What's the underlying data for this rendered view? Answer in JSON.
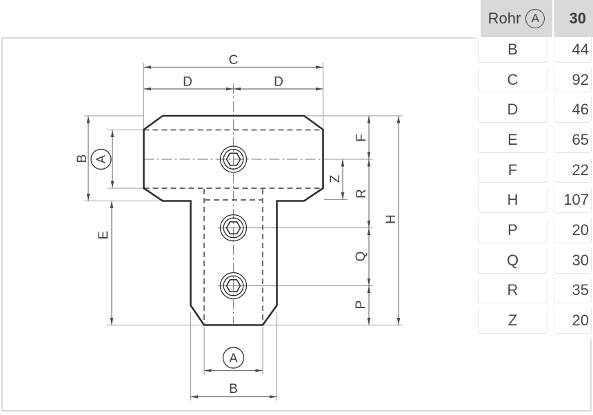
{
  "spec_table": {
    "header": {
      "label": "Rohr",
      "symbol": "A",
      "value": "30"
    },
    "rows": [
      {
        "label": "B",
        "value": "44"
      },
      {
        "label": "C",
        "value": "92"
      },
      {
        "label": "D",
        "value": "46"
      },
      {
        "label": "E",
        "value": "65"
      },
      {
        "label": "F",
        "value": "22"
      },
      {
        "label": "H",
        "value": "107"
      },
      {
        "label": "P",
        "value": "20"
      },
      {
        "label": "Q",
        "value": "30"
      },
      {
        "label": "R",
        "value": "35"
      },
      {
        "label": "Z",
        "value": "20"
      }
    ]
  },
  "drawing": {
    "labels": {
      "c": "C",
      "d_left": "D",
      "d_right": "D",
      "b_side": "B",
      "a_side": "A",
      "e": "E",
      "f": "F",
      "z": "Z",
      "r": "R",
      "q": "Q",
      "p": "P",
      "h": "H",
      "a_bottom": "A",
      "b_bottom": "B"
    },
    "colors": {
      "outline": "#2f2f2f",
      "hidden_line": "#383838",
      "dimension_line": "#757575",
      "extension_line": "#9a9a9a",
      "centerline": "#8f8f8f",
      "arrow": "#4a4a4a",
      "label_text": "#3f3f3f"
    }
  },
  "page": {
    "header_bg": "#d9d9d9",
    "cell_border": "#e3e3e3",
    "canvas_border": "#dadada",
    "table_text": "#474747"
  }
}
